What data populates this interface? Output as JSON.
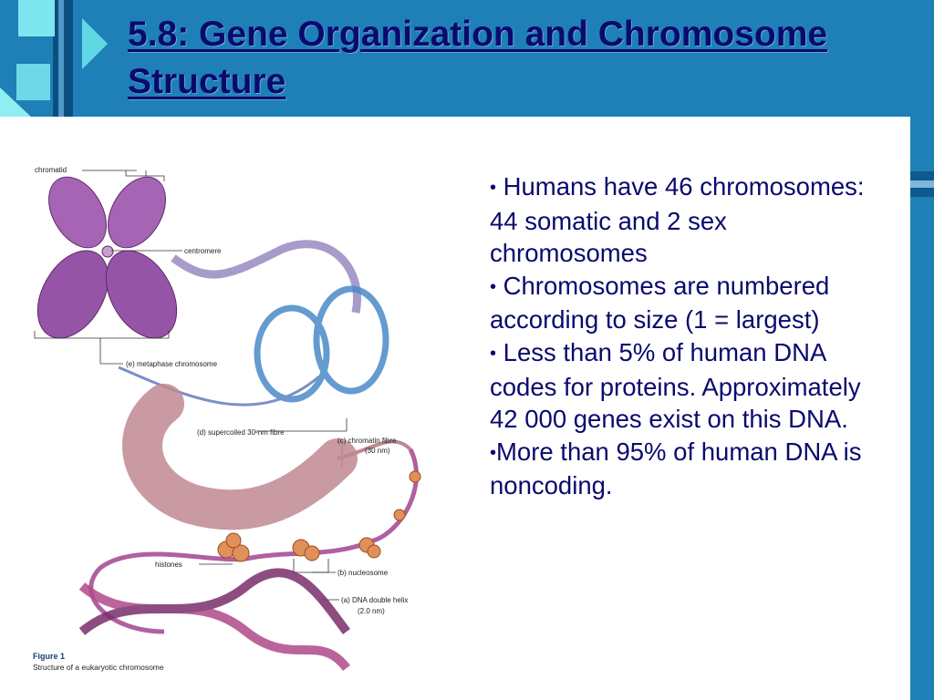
{
  "slide": {
    "title": "5.8: Gene Organization and Chromosome Structure"
  },
  "figure": {
    "labels": {
      "chromatid": "chromatid",
      "centromere": "centromere",
      "metaphase": "(e) metaphase chromosome",
      "supercoiled": "(d) supercoiled 30-nm fibre",
      "chromatin_1": "(c) chromatin fibre",
      "chromatin_2": "(30 nm)",
      "histones": "histones",
      "nucleosome": "(b) nucleosome",
      "dna_1": "(a) DNA double helix",
      "dna_2": "(2.0 nm)"
    },
    "caption_title": "Figure 1",
    "caption": "Structure of a eukaryotic chromosome"
  },
  "bullets": [
    {
      "bullet": "•",
      "text": " Humans have 46 chromosomes:  44 somatic and 2 sex chromosomes"
    },
    {
      "bullet": "•",
      "text": " Chromosomes are numbered according to size (1 = largest)"
    },
    {
      "bullet": "•",
      "text": " Less than 5% of human DNA codes for proteins.  Approximately 42 000 genes exist on this DNA."
    },
    {
      "bullet": "•",
      "text": "More than 95% of human DNA is noncoding."
    }
  ],
  "colors": {
    "background": "#1f80b8",
    "title": "#0a0a6e",
    "body_text": "#0a0a6e"
  }
}
